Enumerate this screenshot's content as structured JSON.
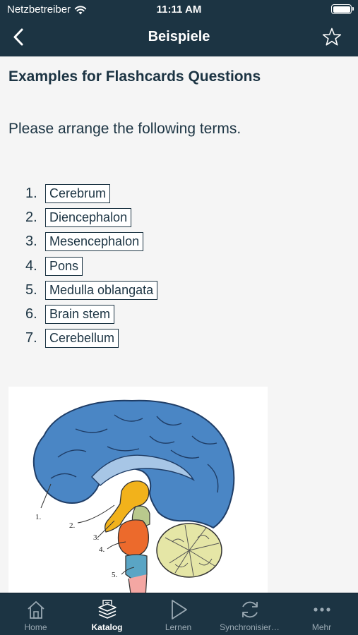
{
  "status_bar": {
    "carrier": "Netzbetreiber",
    "time": "11:11 AM"
  },
  "nav": {
    "title": "Beispiele"
  },
  "content": {
    "heading": "Examples for Flashcards Questions",
    "prompt": "Please arrange the following terms.",
    "terms": [
      {
        "number": "1.",
        "label": "Cerebrum"
      },
      {
        "number": "2.",
        "label": "Diencephalon"
      },
      {
        "number": "3.",
        "label": "Mesencephalon"
      },
      {
        "number": "4.",
        "label": "Pons"
      },
      {
        "number": "5.",
        "label": "Medulla oblangata"
      },
      {
        "number": "6.",
        "label": "Brain stem"
      },
      {
        "number": "7.",
        "label": "Cerebellum"
      }
    ],
    "figure_labels": [
      "1.",
      "2.",
      "3.",
      "4.",
      "5."
    ]
  },
  "colors": {
    "bar": "#1c3443",
    "cerebrum": "#4a86c5",
    "diencephalon": "#f2b21b",
    "mesencephalon": "#b9c98d",
    "pons": "#ec6a2c",
    "medulla": "#5aa5c5",
    "cerebellum": "#e5e6a6"
  },
  "tabbar": {
    "tabs": [
      {
        "label": "Home",
        "icon": "home-icon"
      },
      {
        "label": "Katalog",
        "icon": "catalog-icon"
      },
      {
        "label": "Lernen",
        "icon": "play-icon"
      },
      {
        "label": "Synchronisier…",
        "icon": "sync-icon"
      },
      {
        "label": "Mehr",
        "icon": "more-icon"
      }
    ],
    "active": "Katalog"
  }
}
